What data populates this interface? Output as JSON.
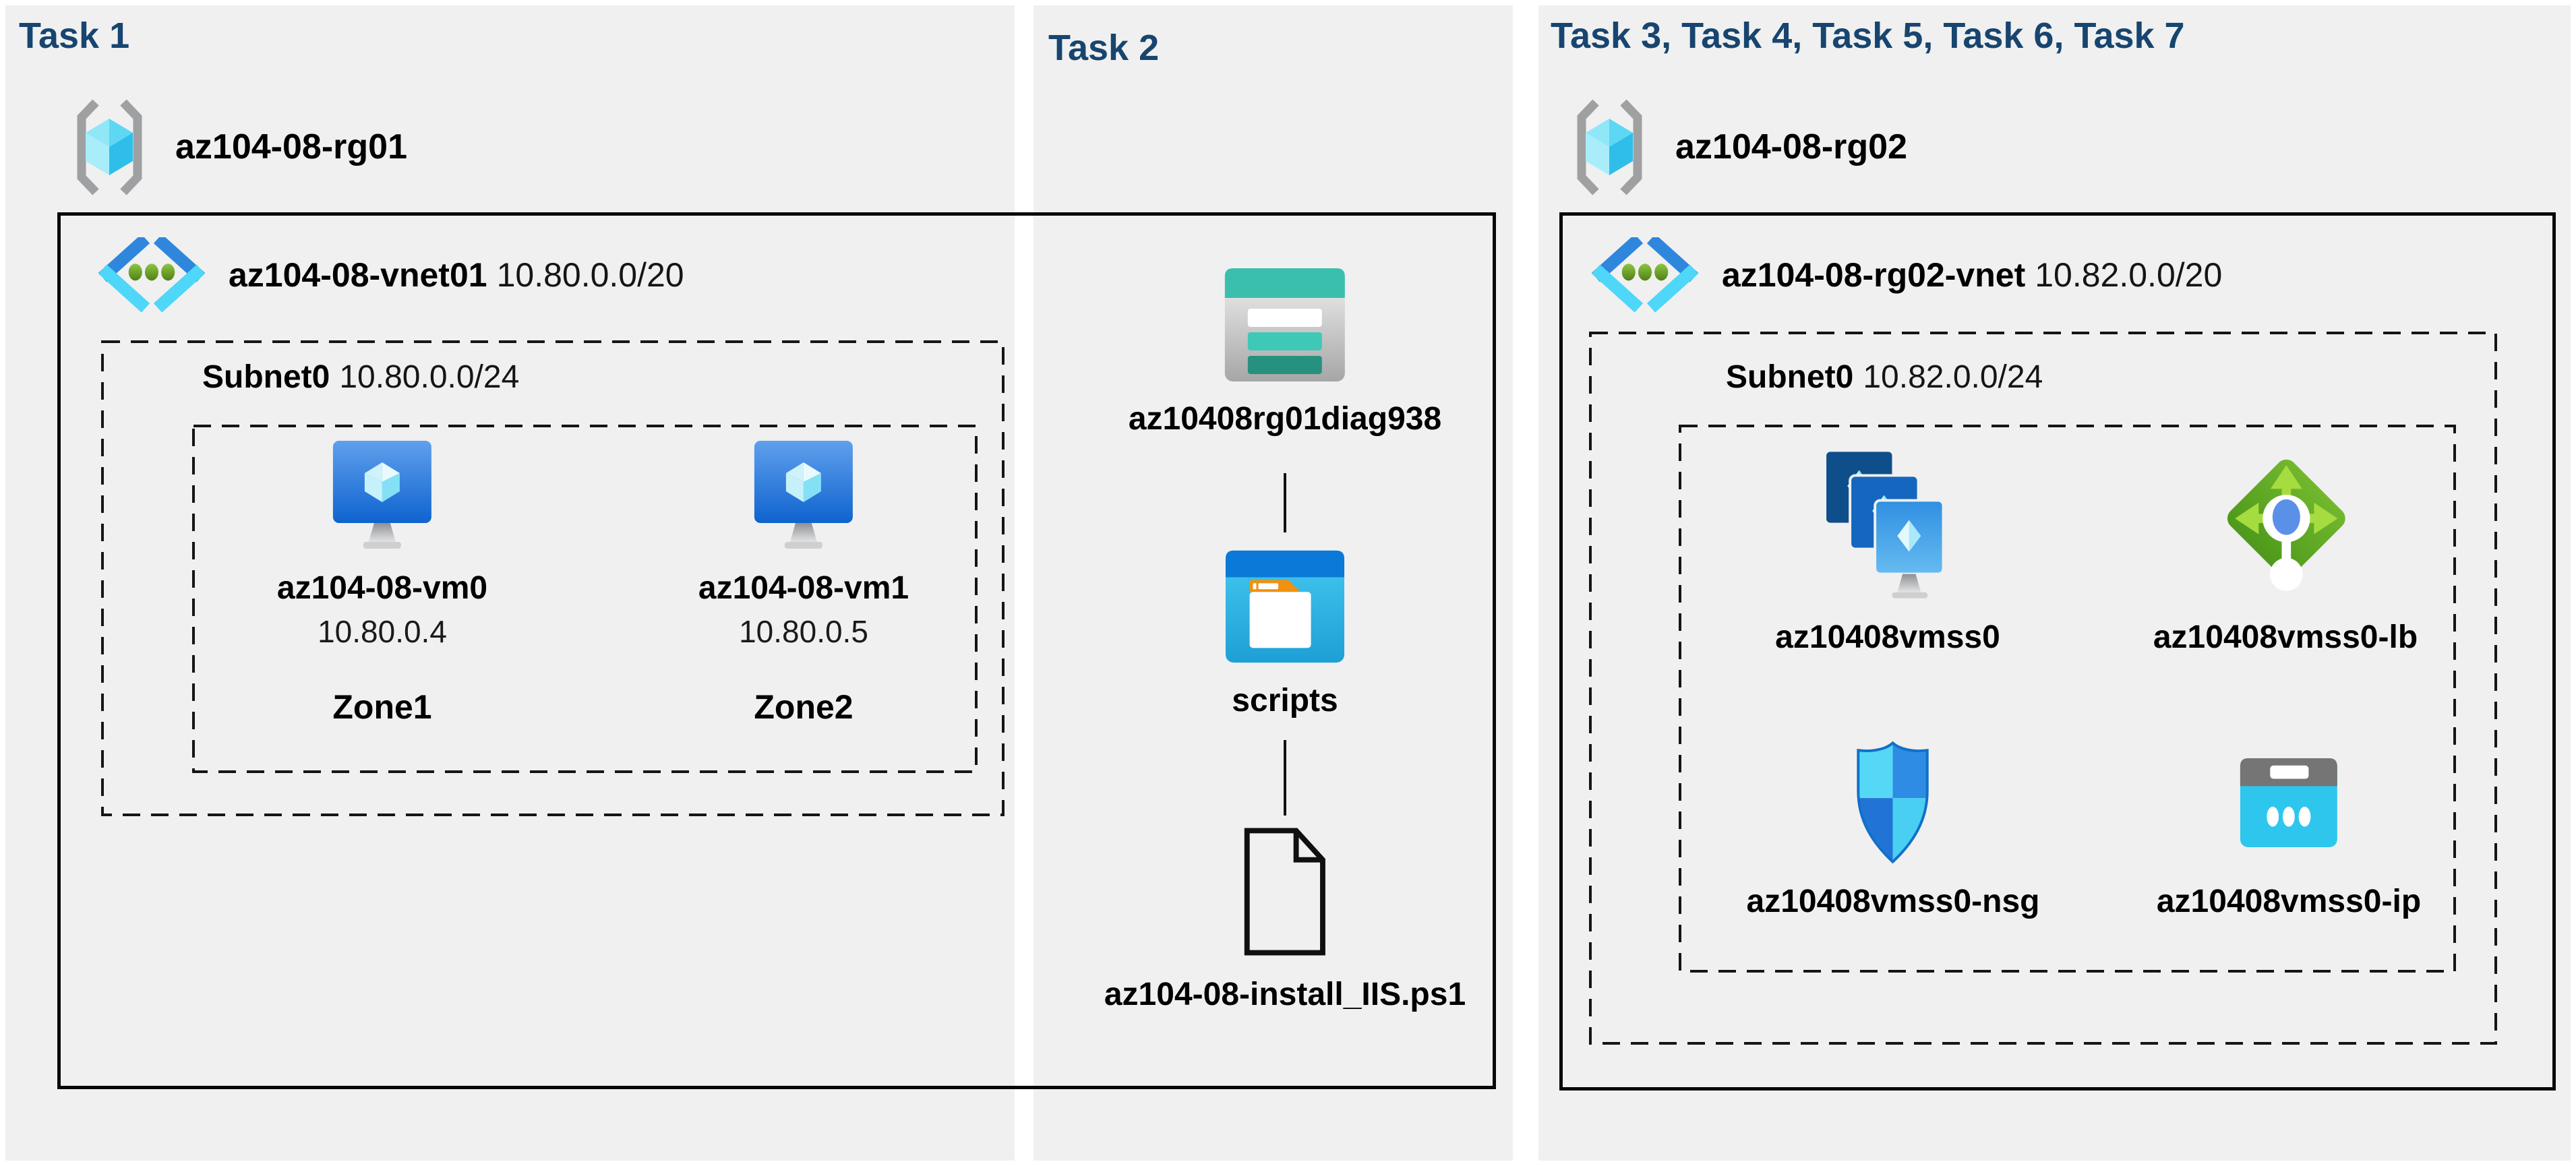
{
  "panels": {
    "task1": {
      "header": "Task 1",
      "rg_label": "az104-08-rg01",
      "rg_icon": "resource-group-icon",
      "vnet_icon": "virtual-network-icon",
      "vnet_name": "az104-08-vnet01",
      "vnet_cidr": "10.80.0.0/20",
      "subnet_name": "Subnet0",
      "subnet_cidr": "10.80.0.0/24",
      "vms": [
        {
          "icon": "virtual-machine-icon",
          "name": "az104-08-vm0",
          "ip": "10.80.0.4",
          "zone": "Zone1"
        },
        {
          "icon": "virtual-machine-icon",
          "name": "az104-08-vm1",
          "ip": "10.80.0.5",
          "zone": "Zone2"
        }
      ]
    },
    "task2": {
      "header": "Task 2",
      "storage_icon": "storage-account-icon",
      "storage_label": "az10408rg01diag938",
      "container_icon": "blob-container-icon",
      "container_label": "scripts",
      "file_icon": "file-document-icon",
      "file_label": "az104-08-install_IIS.ps1"
    },
    "task3": {
      "header": "Task 3, Task 4, Task 5, Task 6, Task 7",
      "rg_label": "az104-08-rg02",
      "rg_icon": "resource-group-icon",
      "vnet_icon": "virtual-network-icon",
      "vnet_name": "az104-08-rg02-vnet",
      "vnet_cidr": "10.82.0.0/20",
      "subnet_name": "Subnet0",
      "subnet_cidr": "10.82.0.0/24",
      "resources": [
        {
          "icon": "vm-scale-set-icon",
          "name": "az10408vmss0"
        },
        {
          "icon": "load-balancer-icon",
          "name": "az10408vmss0-lb"
        },
        {
          "icon": "nsg-shield-icon",
          "name": "az10408vmss0-nsg"
        },
        {
          "icon": "public-ip-icon",
          "name": "az10408vmss0-ip"
        }
      ]
    }
  },
  "colors": {
    "page_bg": "#ffffff",
    "panel_bg": "#f0f0f0",
    "header_text": "#17456F",
    "label_text": "#000000",
    "box_border": "#070707",
    "vnet_blue": "#2E87DC",
    "vnet_cyan": "#4ED7F8",
    "vnet_green": "#6BA82B",
    "storage_teal": "#3BBFAD",
    "blob_blue": "#0B79D8",
    "lb_green": "#5FA823",
    "nsg_blue": "#2E8CE4",
    "ip_cyan": "#2FC6EE"
  }
}
